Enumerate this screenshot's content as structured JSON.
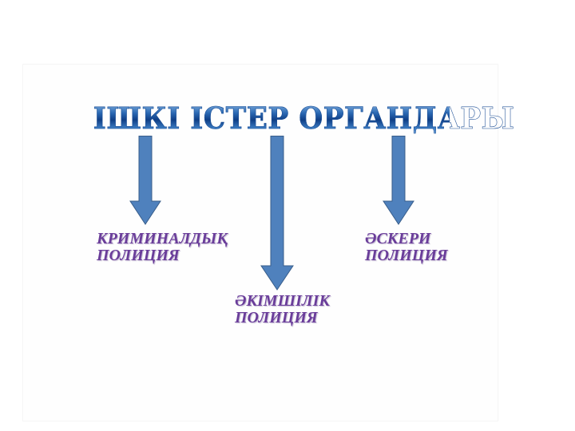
{
  "diagram": {
    "title": "ІШКІ ІСТЕР ОРГАНДАРЫ",
    "colors": {
      "title_dark": "#0f3f86",
      "title_light": "#9cc3ea",
      "arrow_fill": "#4f81bd",
      "arrow_stroke": "#385d8a",
      "label_text": "#6a3d9a",
      "panel_bg": "#fefefe",
      "page_bg": "#ffffff"
    },
    "branches": [
      {
        "id": "criminal",
        "line1": "КРИМИНАЛДЫҚ",
        "line2": "ПОЛИЦИЯ"
      },
      {
        "id": "administrative",
        "line1": "ӘКІМШІЛІК",
        "line2": "ПОЛИЦИЯ"
      },
      {
        "id": "military",
        "line1": "ӘСКЕРИ",
        "line2": "ПОЛИЦИЯ"
      }
    ]
  }
}
